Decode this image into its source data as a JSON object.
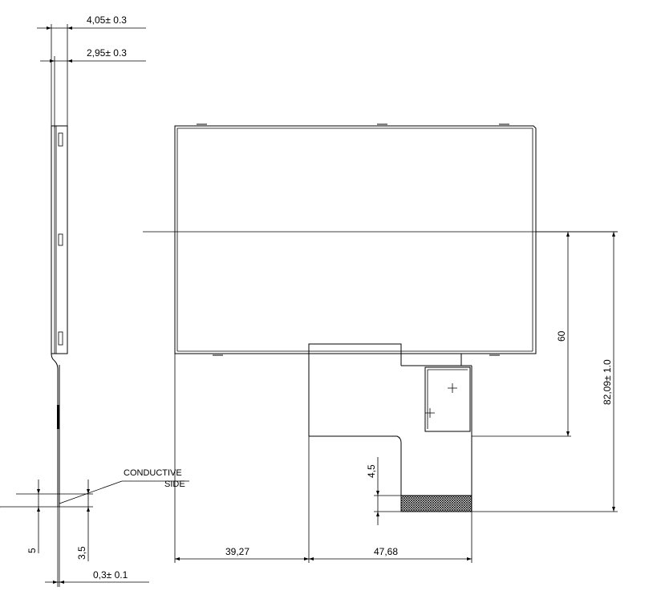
{
  "drawing": {
    "dimensions": {
      "total_thickness": "4,05± 0.3",
      "panel_thickness": "2,95± 0.3",
      "height_60": "60",
      "height_total": "82,09± 1.0",
      "fpc_width_offset": "39,27",
      "fpc_width": "47,68",
      "contact_length": "4,5",
      "side_5": "5",
      "side_3_5": "3,5",
      "fpc_thickness": "0,3± 0.1"
    },
    "callout": {
      "line1": "CONDUCTIVE",
      "line2": "SIDE"
    }
  }
}
